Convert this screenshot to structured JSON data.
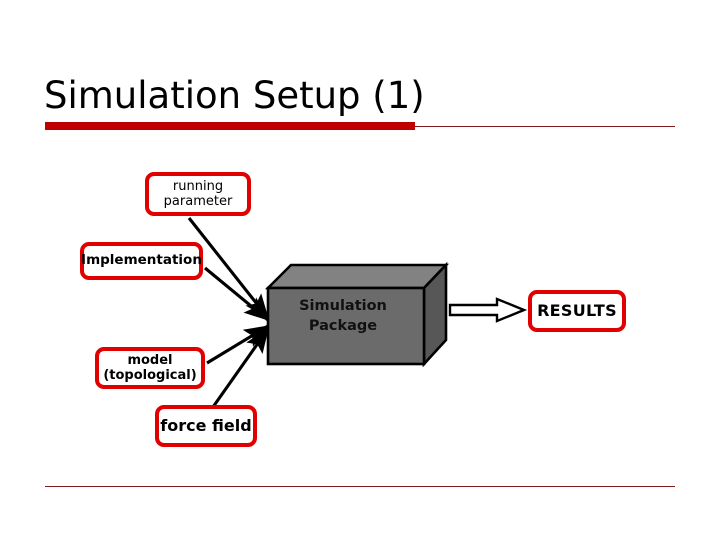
{
  "slide": {
    "title": "Simulation Setup (1)",
    "accent_color": "#c00000",
    "rule_color": "#7b1b1b",
    "background": "#ffffff"
  },
  "diagram": {
    "input_boxes": [
      {
        "name": "running-parameter",
        "line1": "running",
        "line2": "parameter",
        "border_color": "#e00000",
        "fill": "#ffffff",
        "text_color": "#000000"
      },
      {
        "name": "implementation",
        "line1": "Implementation",
        "line2": "",
        "border_color": "#e00000",
        "fill": "#ffffff",
        "text_color": "#000000"
      },
      {
        "name": "model-topological",
        "line1": "model",
        "line2": "(topological)",
        "border_color": "#e00000",
        "fill": "#ffffff",
        "text_color": "#000000"
      },
      {
        "name": "force-field",
        "line1": "force field",
        "line2": "",
        "border_color": "#e00000",
        "fill": "#ffffff",
        "text_color": "#000000"
      }
    ],
    "package": {
      "line1": "Simulation",
      "line2": "Package",
      "front_color": "#6b6b6b",
      "top_color": "#828282",
      "side_color": "#575757",
      "outline_color": "#000000"
    },
    "output_box": {
      "name": "results",
      "label": "RESULTS",
      "border_color": "#e00000",
      "fill": "#ffffff",
      "text_color": "#000000"
    },
    "arrow_color": "#000000",
    "arrow_count": 4,
    "block_arrow": {
      "name": "package-to-results",
      "fill": "#ffffff",
      "outline": "#000000"
    }
  }
}
